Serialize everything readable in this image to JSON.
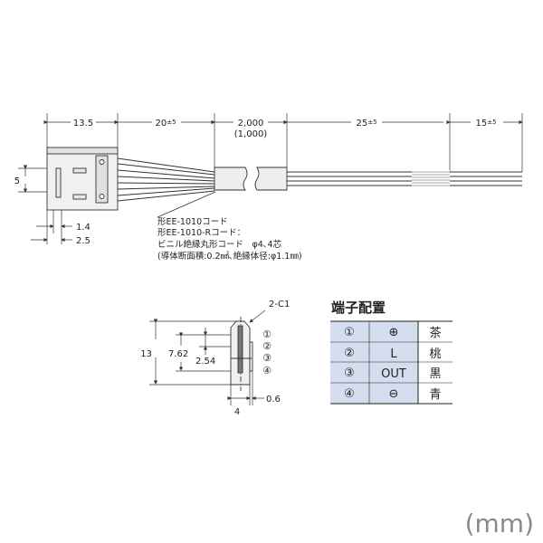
{
  "top_view": {
    "dims": {
      "connector_length": "13.5",
      "wire_length": "20",
      "wire_tol": "±5",
      "cable_length": "2,000",
      "cable_length_alt": "(1,000)",
      "sheath_strip": "25",
      "sheath_tol": "±5",
      "wire_end": "15",
      "wire_end_tol": "±5",
      "slot_height": "5",
      "offset_a": "1.4",
      "offset_b": "2.5"
    },
    "cable_note": [
      "形EE-1010コード",
      "形EE-1010-Rコード：",
      "ビニル絶縁丸形コード　φ4､4芯",
      "(導体断面積:0.2㎟､絶縁体径:φ1.1㎜)"
    ]
  },
  "side_view": {
    "chamfer": "2-C1",
    "height": "13",
    "pin_span": "7.62",
    "pin_pitch": "2.54",
    "width": "4",
    "thickness": "0.6",
    "pin_labels": [
      "①",
      "②",
      "③",
      "④"
    ]
  },
  "terminal_table": {
    "title": "端子配置",
    "rows": [
      {
        "no": "①",
        "signal": "⊕",
        "color": "茶"
      },
      {
        "no": "②",
        "signal": "L",
        "color": "桃"
      },
      {
        "no": "③",
        "signal": "OUT",
        "color": "黒"
      },
      {
        "no": "④",
        "signal": "⊖",
        "color": "青"
      }
    ],
    "shade_color": "#d5deee"
  },
  "unit": "(mm)"
}
